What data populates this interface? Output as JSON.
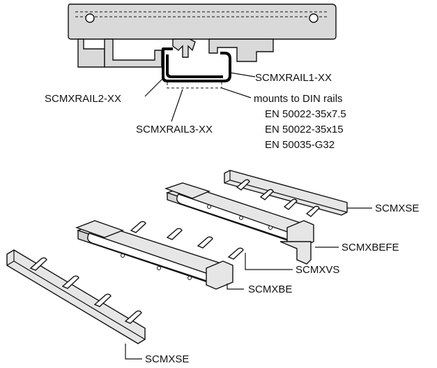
{
  "top_assembly": {
    "labels": {
      "rail1": "SCMXRAIL1-XX",
      "rail2": "SCMXRAIL2-XX",
      "rail3": "SCMXRAIL3-XX",
      "mounts": "mounts to DIN rails",
      "din1": "EN 50022-35x7.5",
      "din2": "EN 50022-35x15",
      "din3": "EN 50035-G32"
    }
  },
  "exploded_view": {
    "labels": {
      "se_top": "SCMXSE",
      "befe": "SCMXBEFE",
      "vs": "SCMXVS",
      "be": "SCMXBE",
      "se_bottom": "SCMXSE"
    }
  },
  "colors": {
    "part_fill": "#d9d9d9",
    "line": "#111111",
    "background": "#ffffff"
  }
}
